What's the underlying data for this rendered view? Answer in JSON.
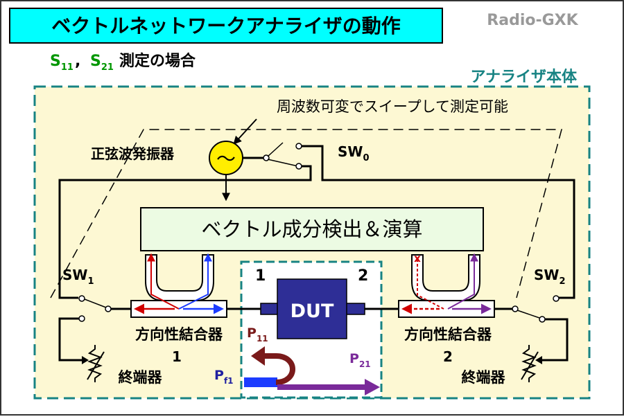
{
  "header": {
    "title": "ベクトルネットワークアナライザの動作",
    "brand": "Radio-GXK",
    "subtitle_suffix": "測定の場合",
    "s11_base": "S",
    "s11_sub": "11",
    "s21_base": "S",
    "s21_sub": "21",
    "separator": ","
  },
  "labels": {
    "analyzer_body": "アナライザ本体",
    "sweep_note": "周波数可変でスイープして測定可能",
    "oscillator": "正弦波発振器",
    "oscillator_symbol": "〜",
    "sw0_base": "SW",
    "sw0_sub": "0",
    "sw1_base": "SW",
    "sw1_sub": "1",
    "sw2_base": "SW",
    "sw2_sub": "2",
    "vector_detector": "ベクトル成分検出＆演算",
    "coupler_left": "方向性結合器",
    "coupler_right": "方向性結合器",
    "port1": "1",
    "port2": "2",
    "dut": "DUT",
    "terminator_left_num": "1",
    "terminator_right_num": "2",
    "terminator_left": "終端器",
    "terminator_right": "終端器",
    "p11_base": "P",
    "p11_sub": "11",
    "p21_base": "P",
    "p21_sub": "21",
    "pf1_base": "P",
    "pf1_sub": "f1",
    "mark_x": "x"
  },
  "colors": {
    "title_bg": "#00ffff",
    "panel_bg": "#fdf8d3",
    "panel_border": "#178383",
    "analyzer_label": "#178383",
    "detector_bg": "#ecfbe3",
    "dut_fill": "#2e2e96",
    "oscillator_fill": "#ffee00",
    "green": "#009600",
    "dark_red": "#7a1a1a",
    "red": "#d00000",
    "blue": "#1c3cff",
    "purple": "#7a2a9a",
    "navy": "#2020a0"
  }
}
